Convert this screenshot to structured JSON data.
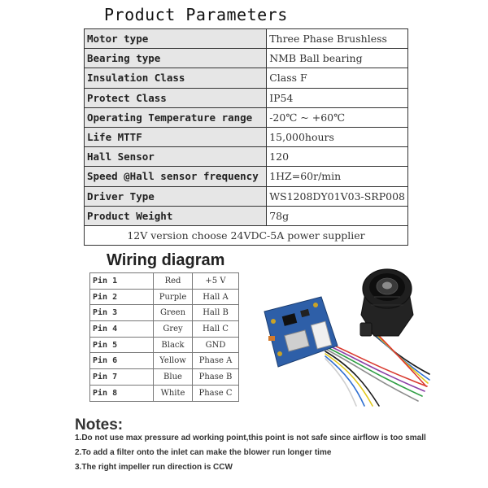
{
  "title": "Product Parameters",
  "params": [
    {
      "key": "Motor type",
      "value": "Three Phase Brushless"
    },
    {
      "key": "Bearing type",
      "value": "NMB Ball bearing"
    },
    {
      "key": "Insulation Class",
      "value": "Class F"
    },
    {
      "key": "Protect Class",
      "value": "IP54"
    },
    {
      "key": "Operating Temperature range",
      "value": "-20℃ ~ +60℃"
    },
    {
      "key": "Life MTTF",
      "value": "15,000hours"
    },
    {
      "key": "Hall Sensor",
      "value": "120"
    },
    {
      "key": "Speed @Hall sensor frequency",
      "value": "1HZ=60r/min"
    },
    {
      "key": "Driver Type",
      "value": "WS1208DY01V03-SRP008"
    },
    {
      "key": "Product Weight",
      "value": "78g"
    }
  ],
  "power_note": "12V version choose 24VDC-5A power supplier",
  "wiring_title": "Wiring diagram",
  "pins": [
    {
      "pin": "Pin 1",
      "color": "Red",
      "signal": "+5 V"
    },
    {
      "pin": "Pin 2",
      "color": "Purple",
      "signal": "Hall A"
    },
    {
      "pin": "Pin 3",
      "color": "Green",
      "signal": "Hall B"
    },
    {
      "pin": "Pin 4",
      "color": "Grey",
      "signal": "Hall C"
    },
    {
      "pin": "Pin 5",
      "color": "Black",
      "signal": "GND"
    },
    {
      "pin": "Pin 6",
      "color": "Yellow",
      "signal": "Phase A"
    },
    {
      "pin": "Pin 7",
      "color": "Blue",
      "signal": "Phase B"
    },
    {
      "pin": "Pin 8",
      "color": "White",
      "signal": "Phase C"
    }
  ],
  "notes_title": "Notes:",
  "notes": [
    "1.Do not use max pressure ad working point,this point is not safe since airflow is too small",
    "2.To add a filter onto the inlet can make the blower run longer time",
    "3.The right impeller run direction is CCW"
  ],
  "colors": {
    "key_bg": "#e6e6e6",
    "border": "#333333",
    "pcb": "#2e5fa8",
    "blower": "#1c1c1c"
  }
}
